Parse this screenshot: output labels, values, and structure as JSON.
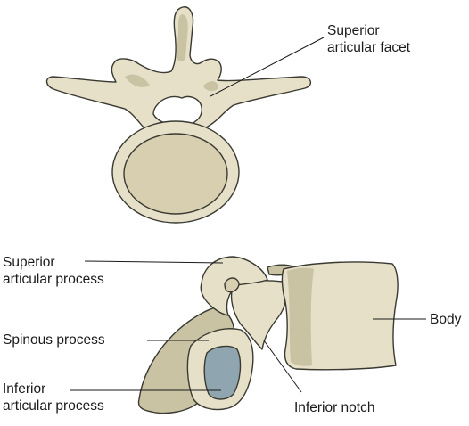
{
  "labels": {
    "superior_articular_facet": {
      "line1": "Superior",
      "line2": "articular facet"
    },
    "superior_articular_process": {
      "line1": "Superior",
      "line2": "articular process"
    },
    "spinous_process": "Spinous process",
    "inferior_articular_process": {
      "line1": "Inferior",
      "line2": "articular process"
    },
    "body": "Body",
    "inferior_notch": "Inferior notch"
  },
  "colors": {
    "bone": "#e6e0c8",
    "bone_shade": "#c9c2a3",
    "bone_dark": "#b5ae90",
    "cancellous": "#d8cfb1",
    "facet": "#8fa6b0",
    "outline": "#3a3a32",
    "leader": "#1a1a1a"
  }
}
